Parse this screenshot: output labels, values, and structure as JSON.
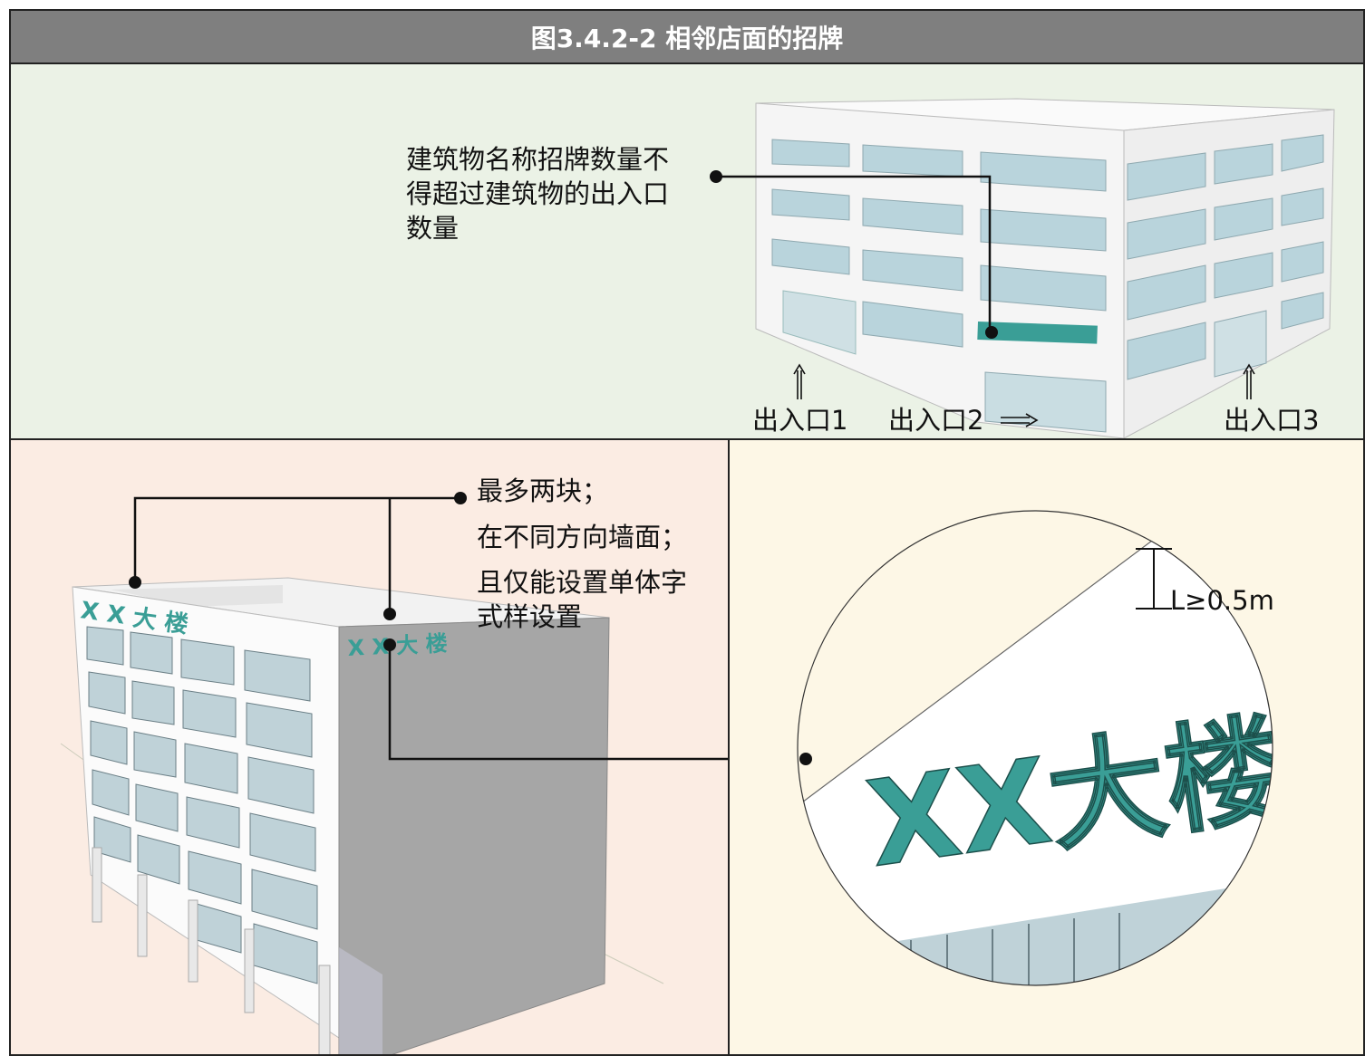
{
  "title": "图3.4.2-2 相邻店面的招牌",
  "top": {
    "note_lines": [
      "建筑物名称招牌数量不",
      "得超过建筑物的出入口",
      "数量"
    ],
    "entrances": [
      "出入口1",
      "出入口2",
      "出入口3"
    ]
  },
  "bottom_left": {
    "note_lines": [
      "最多两块；",
      "在不同方向墙面；",
      "且仅能设置单体字",
      "式样设置"
    ],
    "sign_text": "X X 大 楼"
  },
  "bottom_right": {
    "dimension_label": "L≥0.5m",
    "sign_text": "XX大楼"
  },
  "colors": {
    "sign": "#3a9e96",
    "header": "#7f7f7f"
  }
}
